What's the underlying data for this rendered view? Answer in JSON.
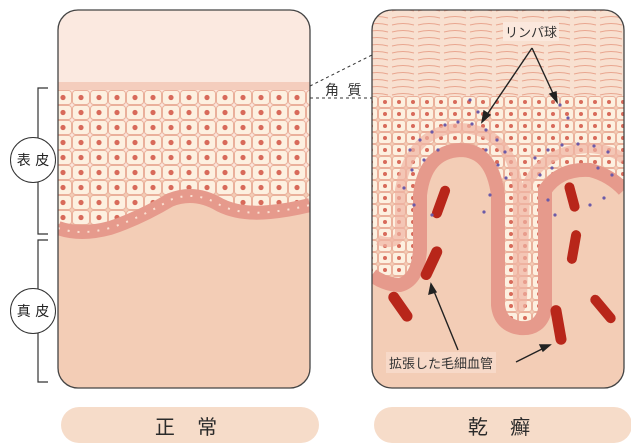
{
  "labels": {
    "epidermis": "表 皮",
    "dermis": "真 皮",
    "stratum_corneum": "角 質",
    "lymphocyte": "リンパ球",
    "dilated_capillary": "拡張した毛細血管",
    "normal": "正 常",
    "psoriasis": "乾 癬"
  },
  "colors": {
    "dermis": "#f3cdb6",
    "horny_layer": "#f8dccb",
    "cell_fill": "#fdf0e0",
    "cell_stroke": "#e8a48f",
    "nucleus": "#d86a5a",
    "basal_band": "#e69a8c",
    "vessel": "#b8261a",
    "lymph_dot": "#6b5aa8",
    "pill": "#f6dcc9"
  }
}
